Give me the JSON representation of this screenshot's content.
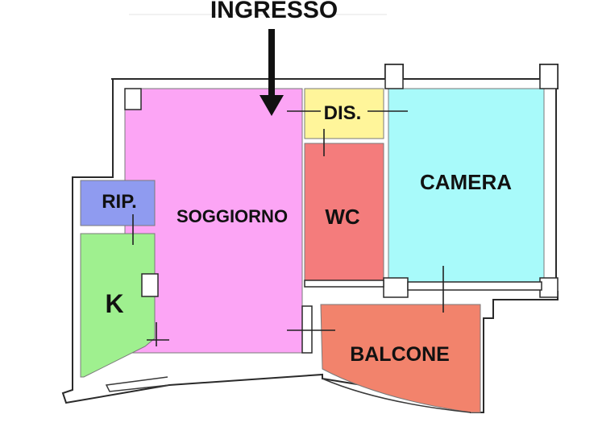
{
  "entrance": {
    "label": "INGRESSO"
  },
  "rooms": {
    "soggiorno": {
      "label": "SOGGIORNO",
      "color": "#fca5f5"
    },
    "dis": {
      "label": "DIS.",
      "color": "#fff59a"
    },
    "wc": {
      "label": "WC",
      "color": "#f47c7c"
    },
    "camera": {
      "label": "CAMERA",
      "color": "#a8fafa"
    },
    "rip": {
      "label": "RIP.",
      "color": "#8f9bf0"
    },
    "k": {
      "label": "K",
      "color": "#9ff08f"
    },
    "balcone": {
      "label": "BALCONE",
      "color": "#f2836c"
    }
  },
  "colors": {
    "wall_stroke": "#2a2a2a",
    "arrow": "#111111"
  }
}
